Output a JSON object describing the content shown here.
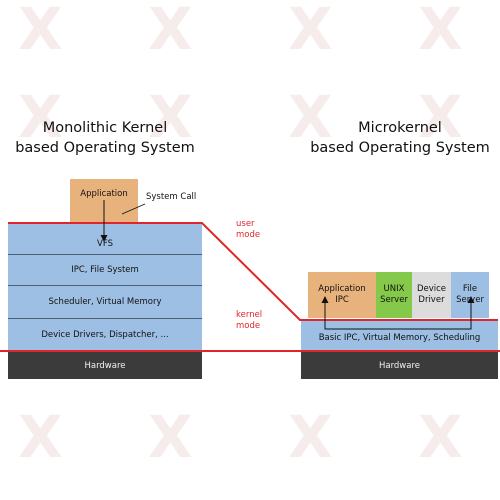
{
  "watermark": {
    "glyph": "X",
    "color": "#f2dede"
  },
  "monolithic": {
    "title_line1": "Monolithic Kernel",
    "title_line2": "based Operating System",
    "application": "Application",
    "system_call": "System Call",
    "layers": [
      "VFS",
      "IPC, File System",
      "Scheduler, Virtual Memory",
      "Device Drivers, Dispatcher, ..."
    ],
    "hardware": "Hardware"
  },
  "modes": {
    "user_line1": "user",
    "user_line2": "mode",
    "kernel_line1": "kernel",
    "kernel_line2": "mode"
  },
  "microkernel": {
    "title_line1": "Microkernel",
    "title_line2": "based Operating System",
    "servers": [
      {
        "line1": "Application",
        "line2": "IPC",
        "color": "#e8b27d"
      },
      {
        "line1": "UNIX",
        "line2": "Server",
        "color": "#84c94a"
      },
      {
        "line1": "Device",
        "line2": "Driver",
        "color": "#dcdcdc"
      },
      {
        "line1": "File",
        "line2": "Server",
        "color": "#9dbfe3"
      }
    ],
    "kernel": "Basic IPC, Virtual Memory, Scheduling",
    "hardware": "Hardware"
  },
  "colors": {
    "boundary": "#e0262a",
    "layer": "#9dbfe3",
    "hardware": "#3b3b3b",
    "application": "#e8b27d"
  }
}
